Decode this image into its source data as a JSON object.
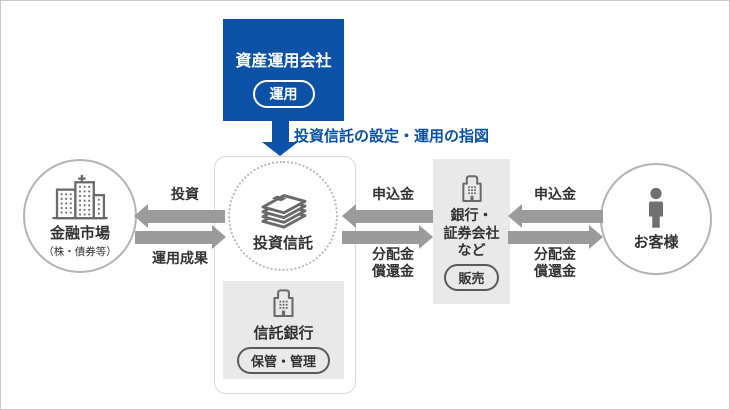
{
  "nodes": {
    "asset_manager": {
      "name": "資産運用会社",
      "badge": "運用"
    },
    "fund": {
      "name": "投資信託"
    },
    "trust_bank": {
      "name": "信託銀行",
      "badge": "保管・管理"
    },
    "financial_market": {
      "name": "金融市場",
      "subname": "（株・債券等）"
    },
    "distributor": {
      "name": "銀行・\n証券会社\nなど",
      "badge": "販売"
    },
    "customer": {
      "name": "お客様"
    }
  },
  "labels": {
    "instruction": "投資信託の設定・運用の指図"
  },
  "flows": {
    "market_fund": {
      "top_label": "投資",
      "bottom_label": "運用成果"
    },
    "fund_distributor": {
      "top_label": "申込金",
      "bottom_label": "分配金\n償還金"
    },
    "distributor_customer": {
      "top_label": "申込金",
      "bottom_label": "分配金\n償還金"
    }
  },
  "icons": {
    "fund": "money-stack-icon",
    "financial_market": "city-buildings-icon",
    "trust_bank": "bank-building-icon",
    "distributor": "bank-building-icon",
    "customer": "person-icon"
  },
  "colors": {
    "primary_blue": "#0b51a5",
    "arrow_gray": "#9b9b9b",
    "panel_gray": "#e9e9e9",
    "icon_gray": "#6a6a6a",
    "text_dark": "#333333",
    "frame_border": "#c9c9c9"
  }
}
